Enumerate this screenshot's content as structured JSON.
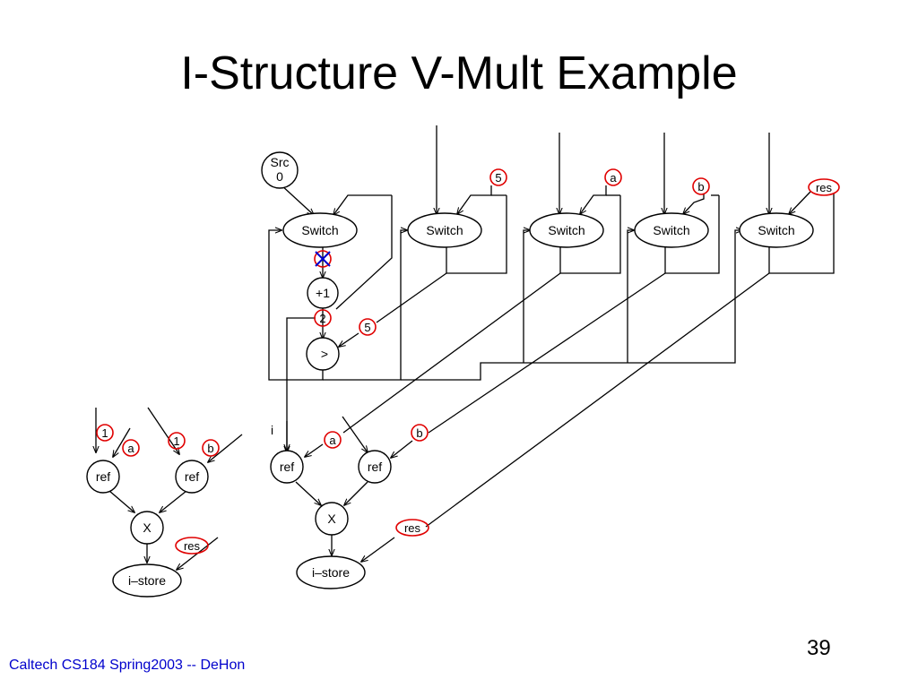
{
  "slide": {
    "title": "I-Structure V-Mult Example",
    "footer": "Caltech CS184 Spring2003 -- DeHon",
    "page_number": "39"
  },
  "nodes": {
    "src_line1": "Src",
    "src_line2": "0",
    "switch": "Switch",
    "plus_one": "+1",
    "compare": ">",
    "ref": "ref",
    "multiply": "X",
    "istore": "i–store",
    "input_i": "i"
  },
  "tokens": {
    "two": "2",
    "five": "5",
    "one": "1",
    "a": "a",
    "b": "b",
    "res": "res"
  },
  "colors": {
    "token_ring": "#e00000",
    "cancel_mark": "#0000cc",
    "footer_text": "#0000cc"
  }
}
